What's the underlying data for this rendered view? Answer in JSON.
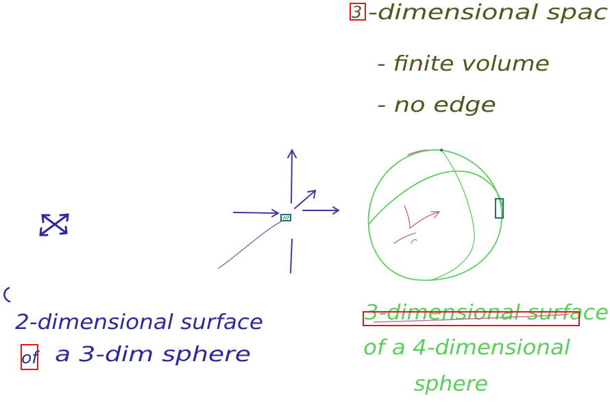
{
  "colors": {
    "olive": "#4b5a1e",
    "navy": "#2a2a9a",
    "green": "#4cc94c",
    "pink": "#c06f82",
    "red": "#e01818",
    "teal": "#1c6e78"
  },
  "notes_top_right": {
    "line1_digit": "3",
    "line1": "-dimensional spac",
    "line2": "- finite volume",
    "line3": "- no edge"
  },
  "notes_bottom_left": {
    "line1": "2-dimensional surface",
    "line2_prefix": "of",
    "line2": "a 3-dim sphere"
  },
  "notes_bottom_right": {
    "line1": "3-dimensional surface",
    "line2": "of a 4-dimensional",
    "line3": "sphere"
  }
}
